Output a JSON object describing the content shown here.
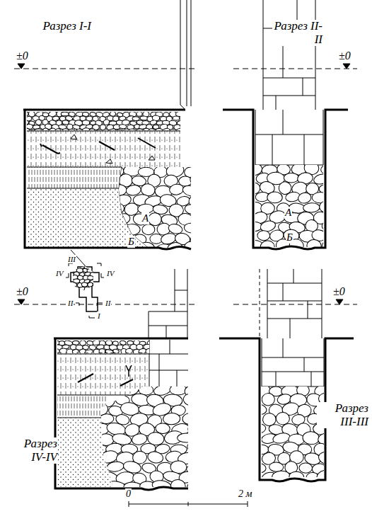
{
  "diagram": {
    "labels": [
      "Разрез I-I",
      "Разрез II-II",
      "±0",
      "±0",
      "А",
      "Б",
      "А",
      "Б",
      "III",
      "IV",
      "IV",
      "II",
      "II",
      "I",
      "±0",
      "Разрез IV-IV",
      "±0",
      "Разрез III-III",
      "0",
      "2 м"
    ]
  }
}
